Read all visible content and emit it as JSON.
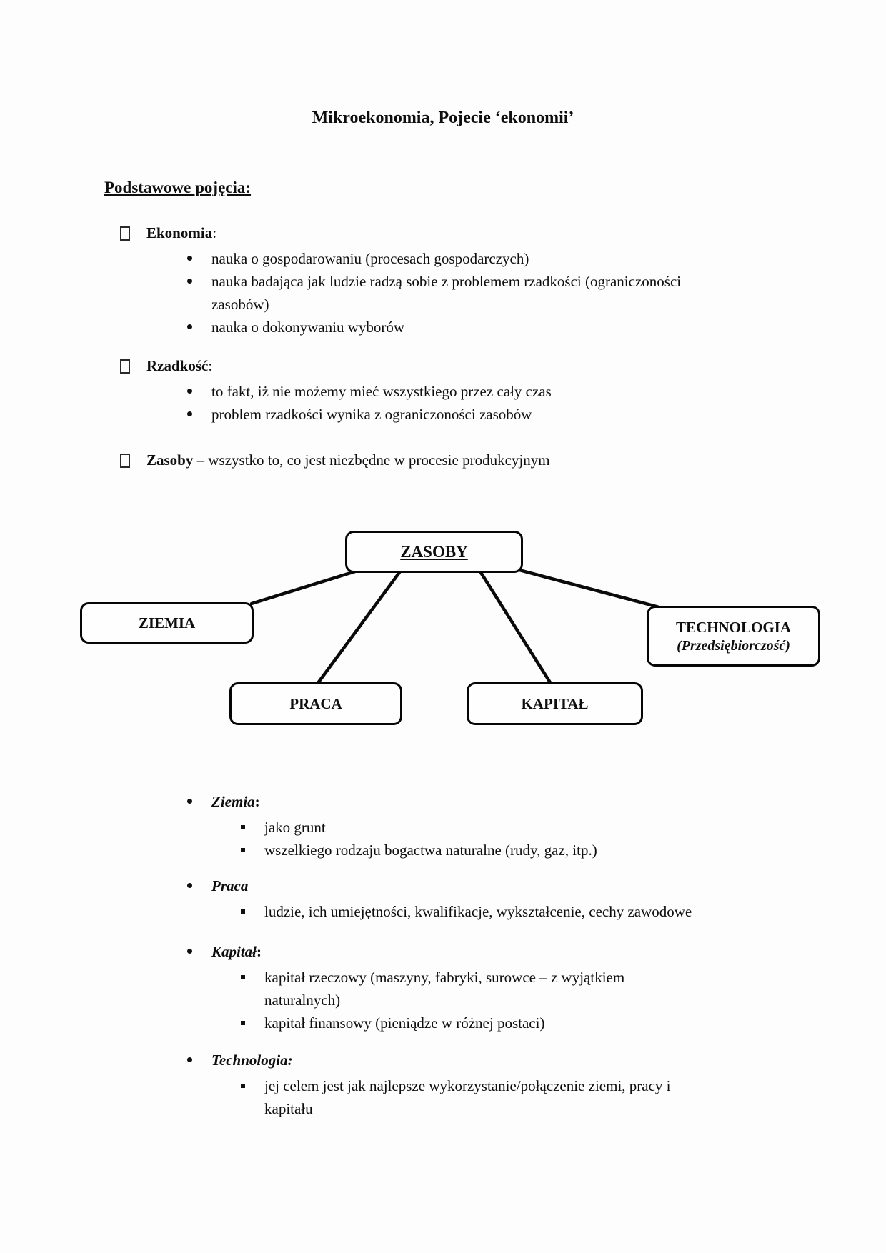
{
  "page": {
    "title": "Mikroekonomia, Pojecie ‘ekonomii’",
    "heading": "Podstawowe pojęcia:"
  },
  "sections": [
    {
      "term": "Ekonomia",
      "rest": ":",
      "bullets": [
        {
          "lines": [
            "nauka o gospodarowaniu (procesach gospodarczych)"
          ]
        },
        {
          "lines": [
            "nauka badająca jak ludzie radzą sobie z problemem rzadkości (ograniczoności",
            "zasobów)"
          ]
        },
        {
          "lines": [
            "nauka o dokonywaniu wyborów"
          ]
        }
      ]
    },
    {
      "term": "Rzadkość",
      "rest": ":",
      "bullets": [
        {
          "lines": [
            "to fakt, iż nie możemy mieć wszystkiego przez cały czas"
          ]
        },
        {
          "lines": [
            "problem rzadkości wynika z ograniczoności zasobów"
          ]
        }
      ]
    },
    {
      "term": "Zasoby",
      "rest": " – wszystko to, co jest niezbędne w procesie produkcyjnym",
      "bullets": []
    }
  ],
  "diagram": {
    "root": "ZASOBY",
    "ziemia": "ZIEMIA",
    "praca": "PRACA",
    "kapital": "KAPITAŁ",
    "technologia": "TECHNOLOGIA",
    "technologia_sub": "(Przedsiębiorczość)"
  },
  "details": [
    {
      "term": "Ziemia",
      "rest": ":",
      "bullets": [
        {
          "lines": [
            "jako grunt"
          ]
        },
        {
          "lines": [
            "wszelkiego rodzaju bogactwa naturalne (rudy, gaz, itp.)"
          ]
        }
      ]
    },
    {
      "term": "Praca",
      "rest": "",
      "bullets": [
        {
          "lines": [
            "ludzie, ich umiejętności, kwalifikacje, wykształcenie, cechy zawodowe"
          ]
        }
      ]
    },
    {
      "term": "Kapitał",
      "rest": ":",
      "bullets": [
        {
          "lines": [
            "kapitał rzeczowy (maszyny, fabryki, surowce – z wyjątkiem",
            "naturalnych)"
          ]
        },
        {
          "lines": [
            "kapitał finansowy (pieniądze w różnej postaci)"
          ]
        }
      ]
    },
    {
      "term": "Technologia:",
      "rest": "",
      "bullets": [
        {
          "lines": [
            "jej celem jest jak najlepsze wykorzystanie/połączenie ziemi, pracy i",
            "kapitału"
          ]
        }
      ]
    }
  ]
}
